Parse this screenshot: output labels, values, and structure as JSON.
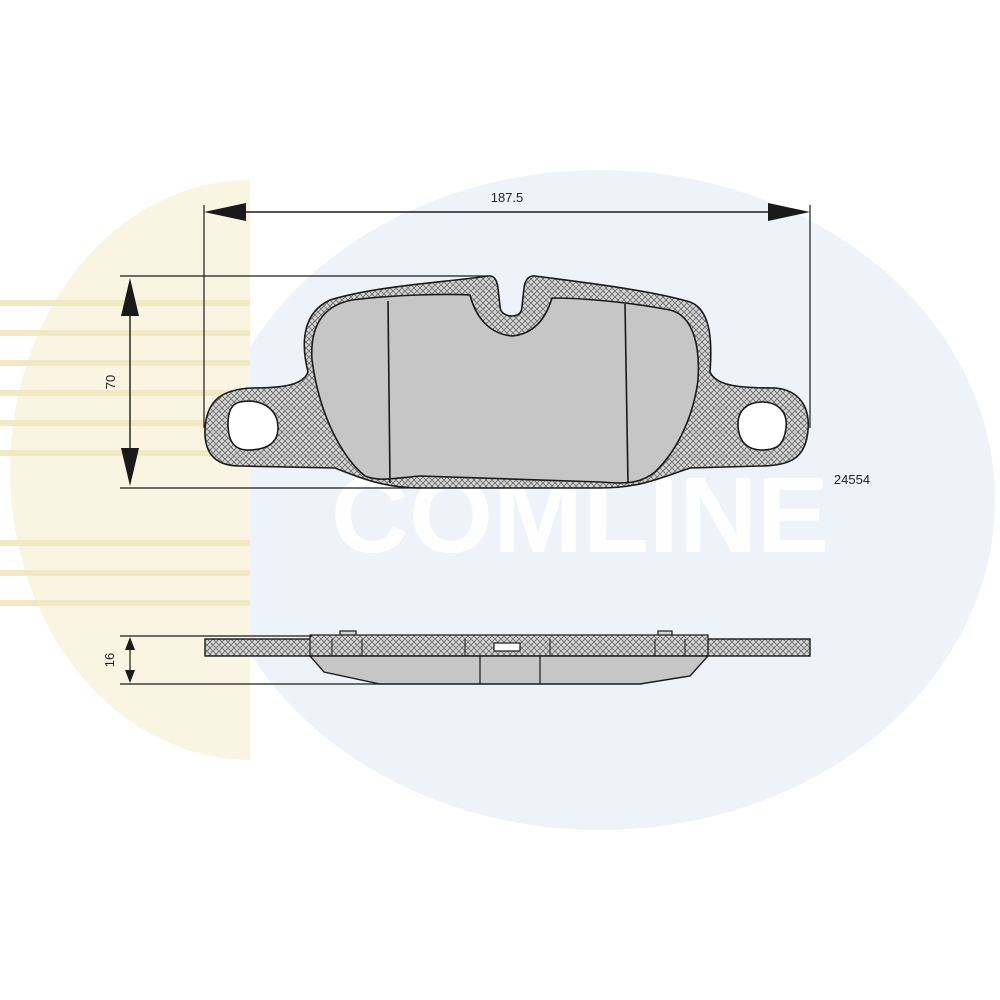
{
  "watermark": {
    "text": "COMLINE"
  },
  "dimensions": {
    "width_label": "187.5",
    "height_label": "70",
    "thickness_label": "16"
  },
  "part_number": "24554",
  "colors": {
    "line": "#1a1a1a",
    "backing_plate": "#c9c9c9",
    "friction_material": "#c6c6c6",
    "watermark_ellipse": "#eef3f9",
    "watermark_left_stripes": "#f8f3dc"
  }
}
